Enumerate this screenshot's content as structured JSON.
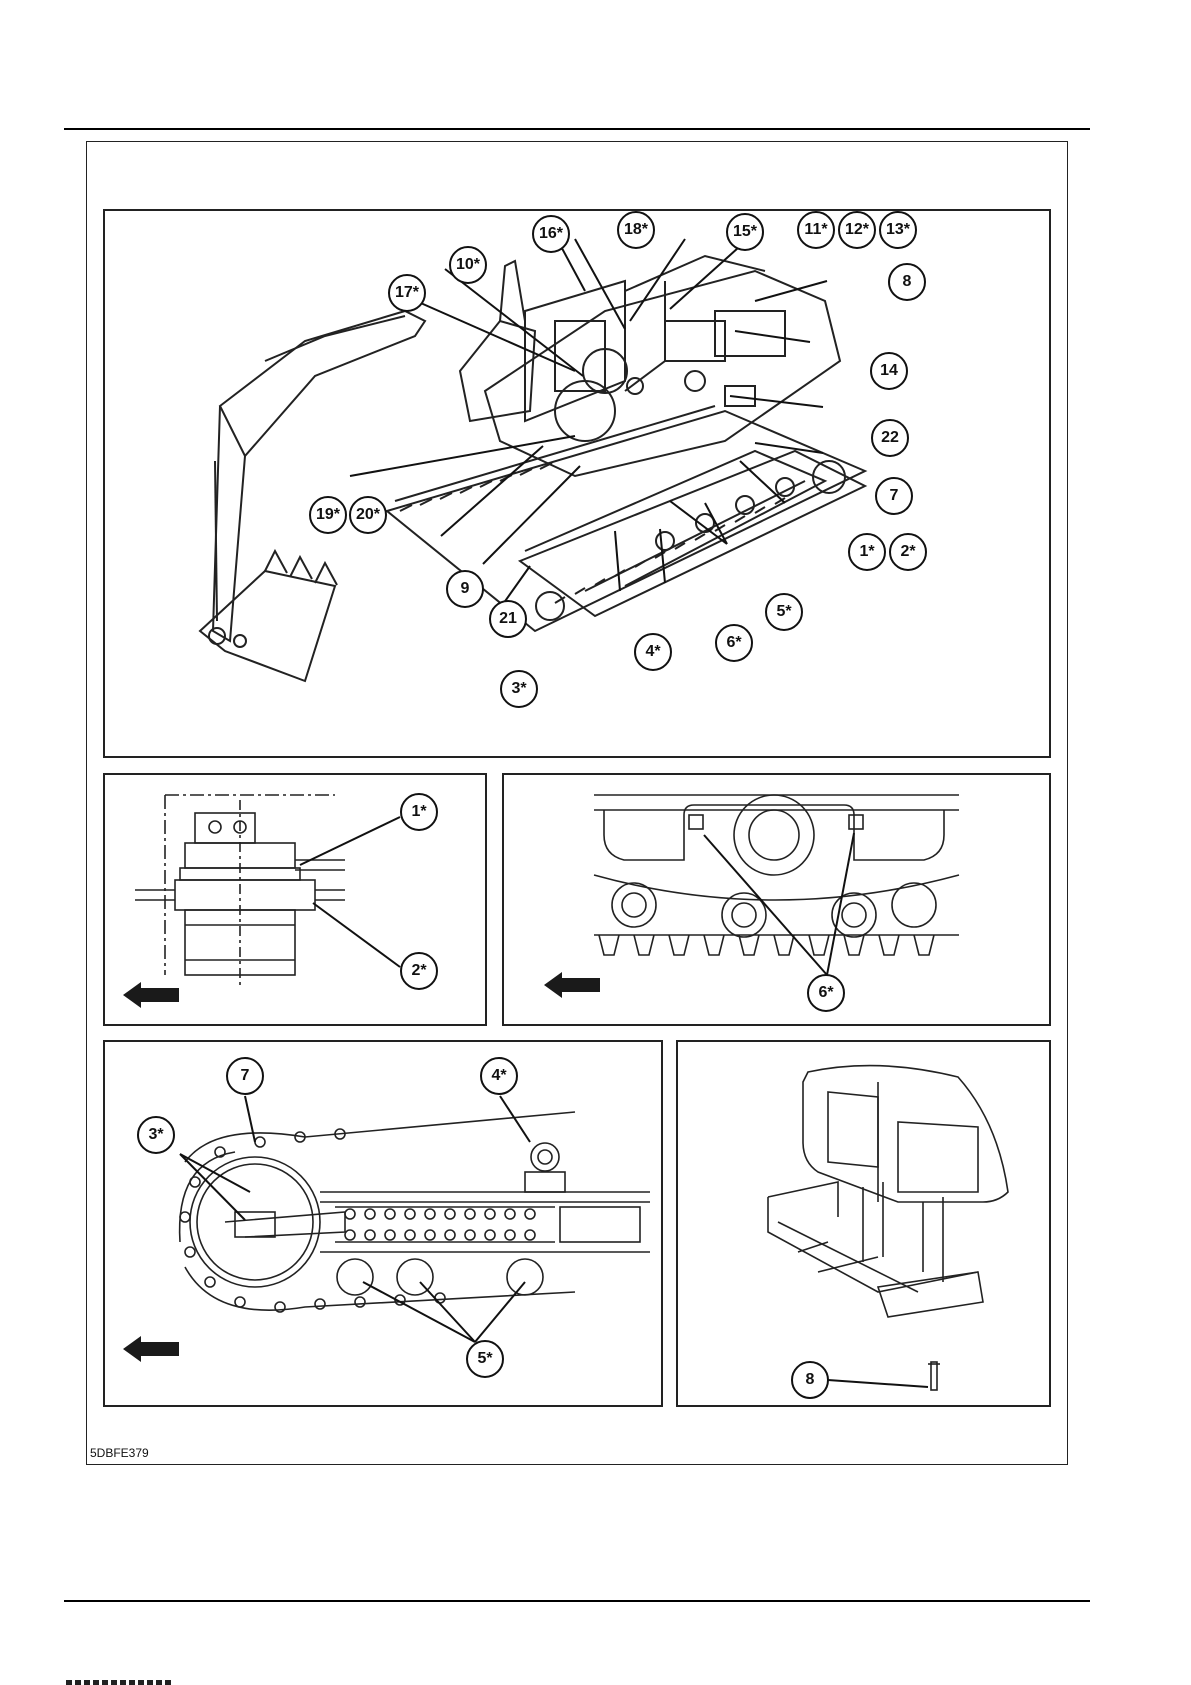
{
  "figure": {
    "code": "5DBFE379",
    "colors": {
      "line": "#111111",
      "background": "#ffffff",
      "arrow": "#1a1a1a"
    },
    "main_view": {
      "callouts": [
        "16*",
        "18*",
        "15*",
        "11*",
        "12*",
        "13*",
        "10*",
        "17*",
        "8",
        "14",
        "22",
        "7",
        "19*",
        "20*",
        "1*",
        "2*",
        "9",
        "21",
        "5*",
        "6*",
        "4*",
        "3*"
      ]
    },
    "detail_final_drive": {
      "callouts": [
        "1*",
        "2*"
      ],
      "arrow_icon": "arrow-left-icon"
    },
    "detail_track_frame": {
      "callouts": [
        "6*"
      ],
      "arrow_icon": "arrow-left-icon"
    },
    "detail_idler": {
      "callouts": [
        "7",
        "4*",
        "3*",
        "5*"
      ],
      "arrow_icon": "arrow-left-icon"
    },
    "detail_counterweight": {
      "callouts": [
        "8"
      ]
    }
  }
}
